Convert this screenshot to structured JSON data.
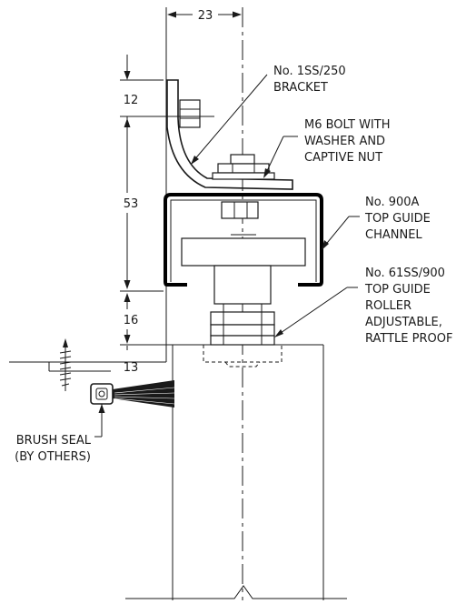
{
  "dimensions": {
    "horizontal_top": "23",
    "bracket_height": "12",
    "channel_height": "53",
    "roller_gap": "16",
    "door_offset": "13"
  },
  "callouts": {
    "bracket": [
      "No. 1SS/250",
      "BRACKET"
    ],
    "bolt": [
      "M6 BOLT WITH",
      "WASHER AND",
      "CAPTIVE NUT"
    ],
    "channel": [
      "No. 900A",
      "TOP GUIDE",
      "CHANNEL"
    ],
    "roller": [
      "No. 61SS/900",
      "TOP GUIDE",
      "ROLLER",
      "ADJUSTABLE,",
      "RATTLE PROOF"
    ],
    "brush": [
      "BRUSH SEAL",
      "(BY OTHERS)"
    ]
  },
  "colors": {
    "line": "#1a1a1a",
    "background": "#ffffff"
  }
}
